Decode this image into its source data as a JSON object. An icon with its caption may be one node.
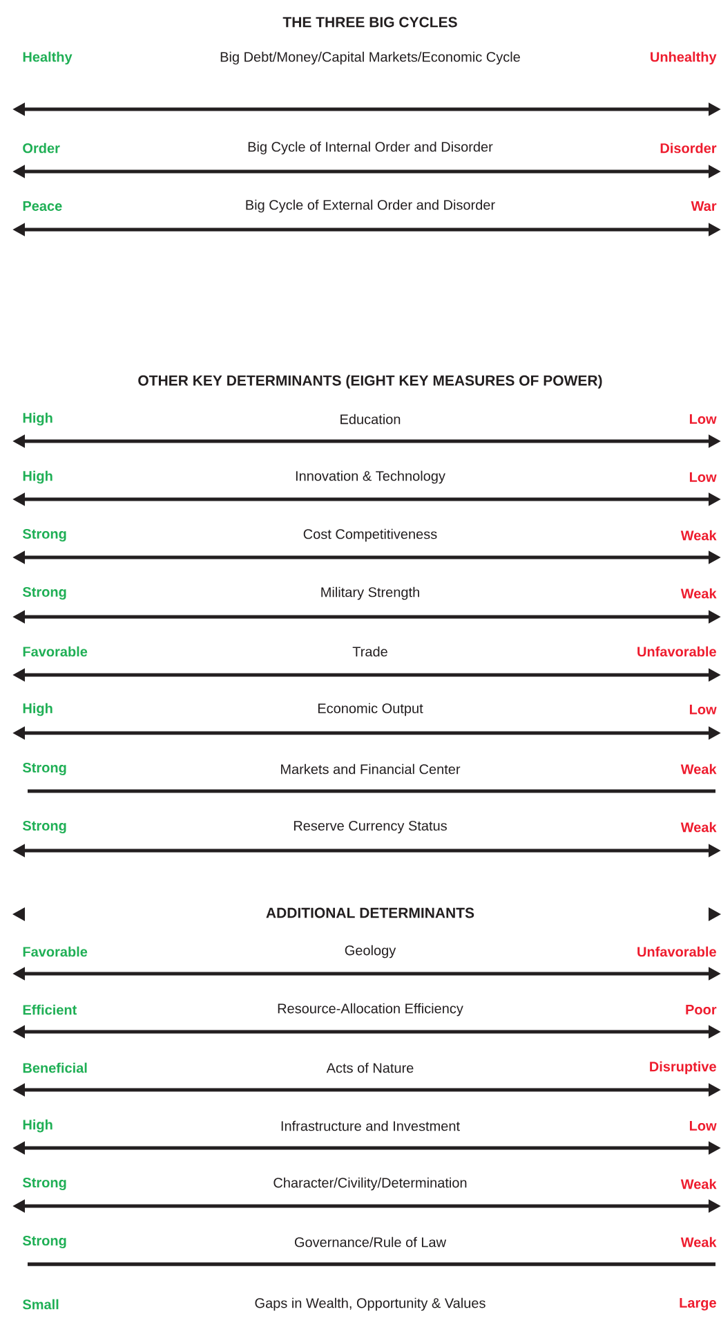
{
  "diagram": {
    "labels": [
      "THE THREE BIG CYCLES",
      "Healthy",
      "Big Debt/Money/Capital Markets/Economic Cycle",
      "Unhealthy",
      "Order",
      "Big Cycle of Internal Order and Disorder",
      "Disorder",
      "Peace",
      "Big Cycle of External Order and Disorder",
      "War",
      "OTHER KEY DETERMINANTS (EIGHT KEY MEASURES OF POWER)",
      "High",
      "Education",
      "Low",
      "High",
      "Innovation & Technology",
      "Low",
      "Strong",
      "Cost Competitiveness",
      "Weak",
      "Strong",
      "Military Strength",
      "Weak",
      "Favorable",
      "Trade",
      "Unfavorable",
      "High",
      "Economic Output",
      "Low",
      "Strong",
      "Markets and Financial Center",
      "Weak",
      "Strong",
      "Reserve Currency Status",
      "Weak",
      "ADDITIONAL DETERMINANTS",
      "Favorable",
      "Geology",
      "Unfavorable",
      "Efficient",
      "Resource-Allocation Efficiency",
      "Poor",
      "Beneficial",
      "Acts of Nature",
      "Disruptive",
      "High",
      "Infrastructure and Investment",
      "Low",
      "Strong",
      "Character/Civility/Determination",
      "Weak",
      "Strong",
      "Governance/Rule of Law",
      "Weak",
      "Small",
      "Gaps in Wealth, Opportunity & Values",
      "Large"
    ]
  }
}
